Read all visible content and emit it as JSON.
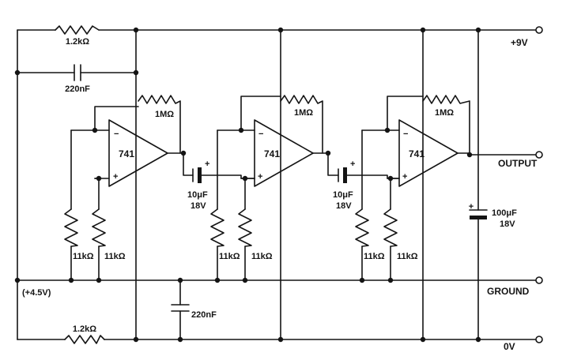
{
  "terminals": {
    "plus9v": "+9V",
    "output": "OUTPUT",
    "ground": "GROUND",
    "zero_v": "0V",
    "midpoint": "(+4.5V)"
  },
  "components": {
    "top_resistor": "1.2kΩ",
    "bottom_resistor": "1.2kΩ",
    "top_capacitor": "220nF",
    "ground_capacitor": "220nF",
    "supply_cap_value": "100μF",
    "supply_cap_voltage": "18V"
  },
  "stages": [
    {
      "opamp": "741",
      "feedback": "1MΩ",
      "bias_left": "11kΩ",
      "bias_right": "11kΩ"
    },
    {
      "opamp": "741",
      "feedback": "1MΩ",
      "bias_left": "11kΩ",
      "bias_right": "11kΩ",
      "coupling_value": "10μF",
      "coupling_voltage": "18V"
    },
    {
      "opamp": "741",
      "feedback": "1MΩ",
      "bias_left": "11kΩ",
      "bias_right": "11kΩ",
      "coupling_value": "10μF",
      "coupling_voltage": "18V"
    }
  ],
  "symbols": {
    "minus": "−",
    "plus": "+"
  }
}
